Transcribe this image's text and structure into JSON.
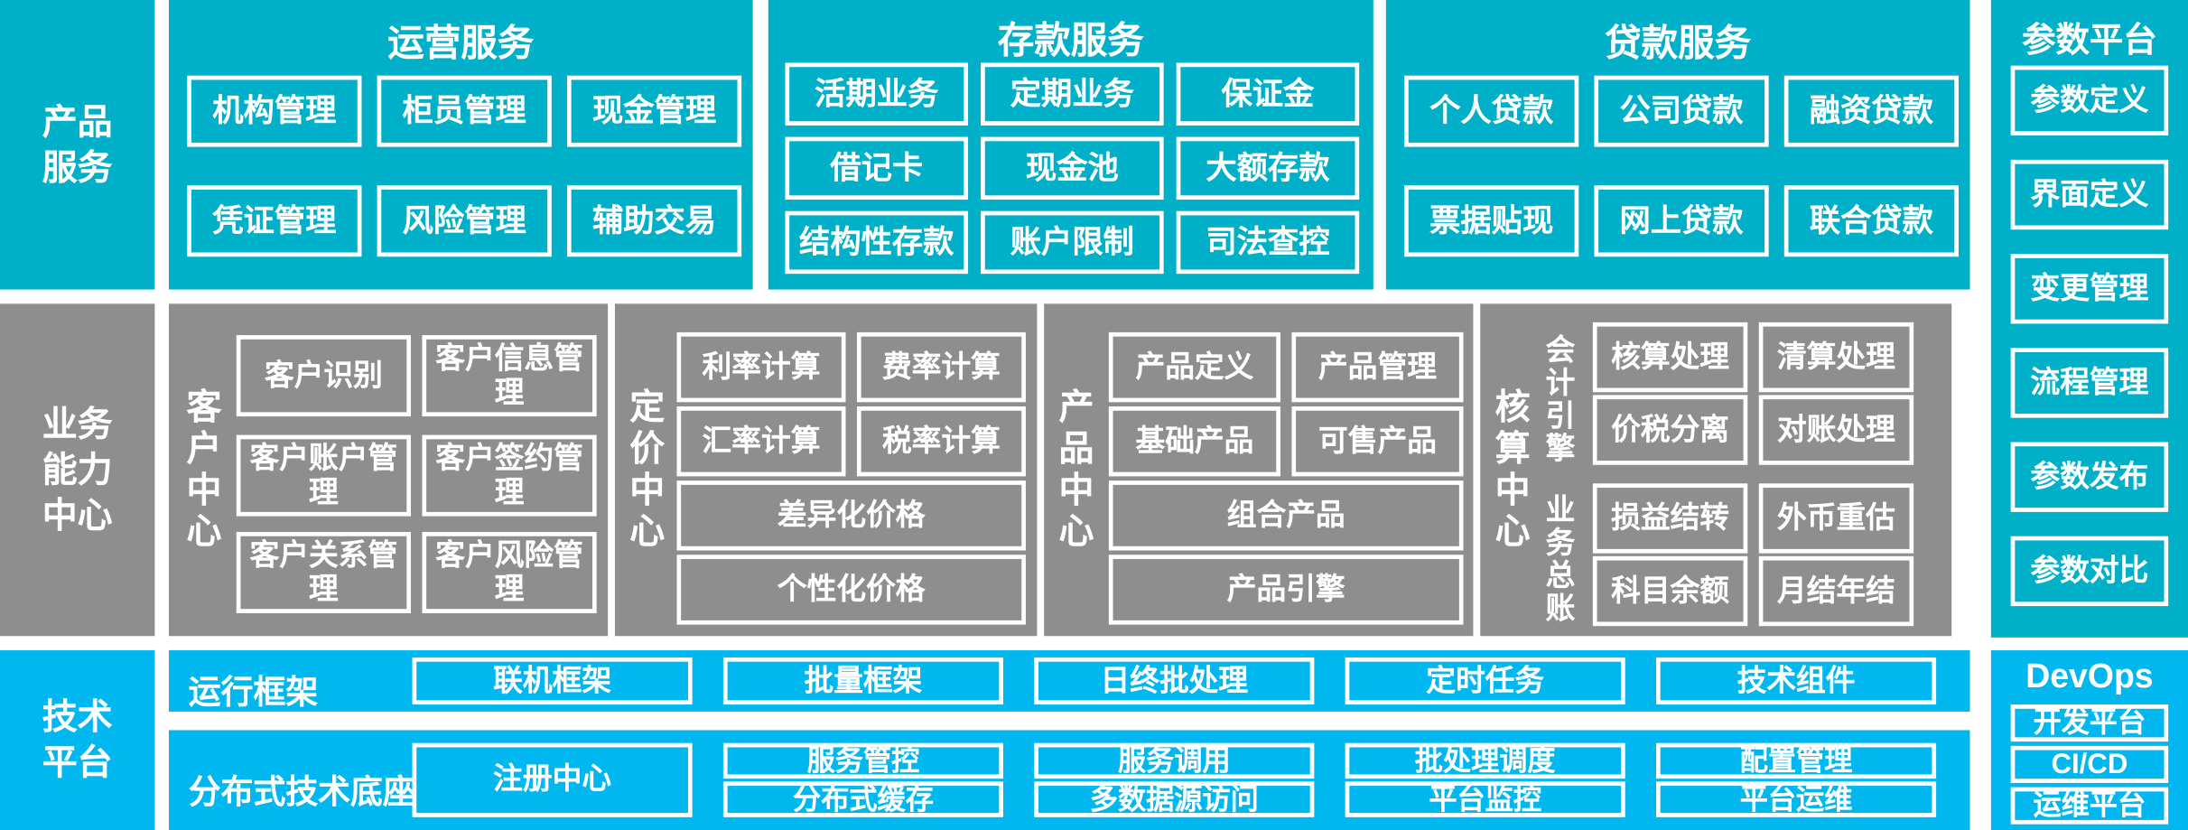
{
  "colors": {
    "teal": "#00AFC8",
    "gray": "#8E8E8E",
    "light_blue": "#00B7F0",
    "box_border": "#FFFFFF",
    "text": "#FFFFFF",
    "page_background": "#FFFFFF"
  },
  "layers": {
    "product_service": {
      "label": "产品\n服务",
      "label_lines": [
        "产品",
        "服务"
      ],
      "groups": [
        {
          "id": "operations-service",
          "title": "运营服务",
          "items": [
            "机构管理",
            "柜员管理",
            "现金管理",
            "凭证管理",
            "风险管理",
            "辅助交易"
          ]
        },
        {
          "id": "deposit-service",
          "title": "存款服务",
          "items": [
            "活期业务",
            "定期业务",
            "保证金",
            "借记卡",
            "现金池",
            "大额存款",
            "结构性存款",
            "账户限制",
            "司法查控"
          ]
        },
        {
          "id": "loan-service",
          "title": "贷款服务",
          "items": [
            "个人贷款",
            "公司贷款",
            "融资贷款",
            "票据贴现",
            "网上贷款",
            "联合贷款"
          ]
        }
      ]
    },
    "business_capability": {
      "label_lines": [
        "业务",
        "能力",
        "中心"
      ],
      "centers": [
        {
          "id": "customer-center",
          "vertical_label": "客户中心",
          "rows": [
            [
              "客户识别",
              "客户信息管理"
            ],
            [
              "客户账户管理",
              "客户签约管理"
            ],
            [
              "客户关系管理",
              "客户风险管理"
            ]
          ]
        },
        {
          "id": "pricing-center",
          "vertical_label": "定价中心",
          "rows": [
            [
              "利率计算",
              "费率计算"
            ],
            [
              "汇率计算",
              "税率计算"
            ],
            [
              "差异化价格"
            ],
            [
              "个性化价格"
            ]
          ]
        },
        {
          "id": "product-center",
          "vertical_label": "产品中心",
          "rows": [
            [
              "产品定义",
              "产品管理"
            ],
            [
              "基础产品",
              "可售产品"
            ],
            [
              "组合产品"
            ],
            [
              "产品引擎"
            ]
          ]
        },
        {
          "id": "accounting-center",
          "vertical_label": "核算中心",
          "subgroups": [
            {
              "id": "accounting-engine",
              "vertical_label": "会计引擎",
              "rows": [
                [
                  "核算处理",
                  "清算处理"
                ],
                [
                  "价税分离",
                  "对账处理"
                ]
              ]
            },
            {
              "id": "business-ledger",
              "vertical_label": "业务总账",
              "rows": [
                [
                  "损益结转",
                  "外币重估"
                ],
                [
                  "科目余额",
                  "月结年结"
                ]
              ]
            }
          ]
        }
      ]
    },
    "technology_platform": {
      "label_lines": [
        "技术",
        "平台"
      ],
      "bands": [
        {
          "id": "runtime-framework",
          "label": "运行框架",
          "items": [
            "联机框架",
            "批量框架",
            "日终批处理",
            "定时任务",
            "技术组件"
          ]
        },
        {
          "id": "distributed-base",
          "label": "分布式技术底座",
          "wide_item": "注册中心",
          "columns": [
            [
              "服务管控",
              "分布式缓存"
            ],
            [
              "服务调用",
              "多数据源访问"
            ],
            [
              "批处理调度",
              "平台监控"
            ],
            [
              "配置管理",
              "平台运维"
            ]
          ]
        }
      ]
    }
  },
  "side_panels": {
    "parameter_platform": {
      "title": "参数平台",
      "items": [
        "参数定义",
        "界面定义",
        "变更管理",
        "流程管理",
        "参数发布",
        "参数对比"
      ]
    },
    "devops": {
      "title": "DevOps",
      "items": [
        "开发平台",
        "CI/CD",
        "运维平台"
      ]
    }
  }
}
